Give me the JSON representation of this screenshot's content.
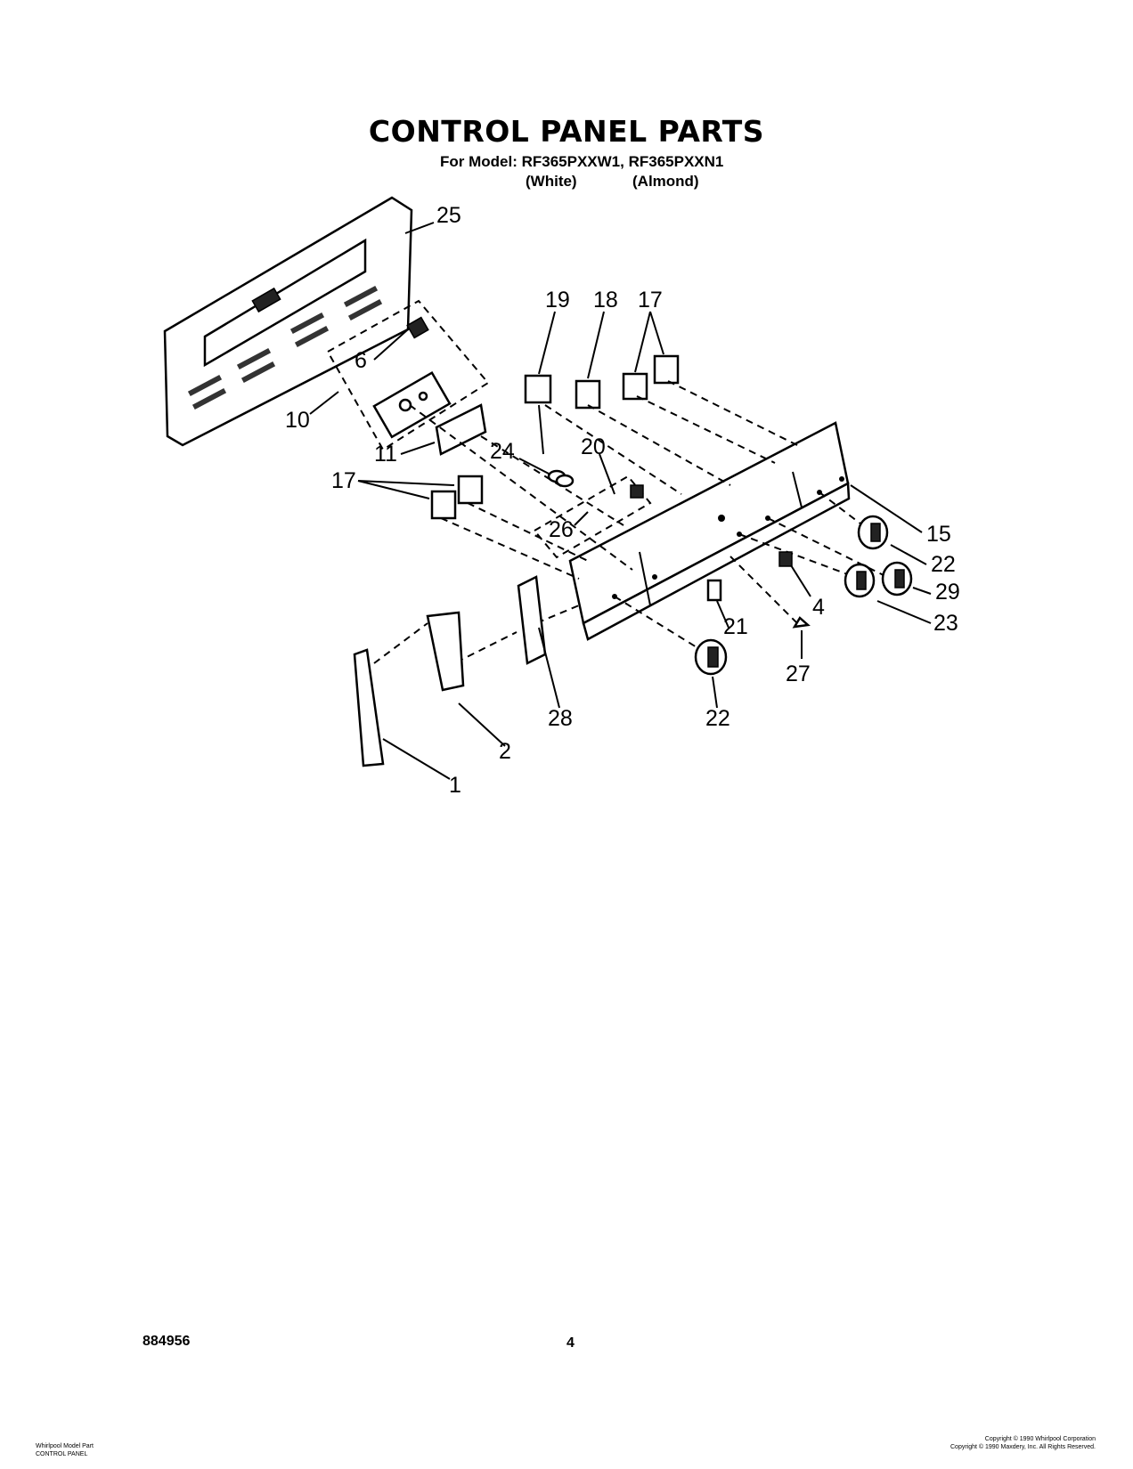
{
  "header": {
    "title": "CONTROL PANEL PARTS",
    "models_line": "For Model: RF365PXXW1, RF365PXXN1",
    "variant_white": "(White)",
    "variant_almond": "(Almond)"
  },
  "callouts": [
    {
      "id": "c25",
      "label": "25"
    },
    {
      "id": "c19",
      "label": "19"
    },
    {
      "id": "c18",
      "label": "18"
    },
    {
      "id": "c17a",
      "label": "17"
    },
    {
      "id": "c6",
      "label": "6"
    },
    {
      "id": "c10",
      "label": "10"
    },
    {
      "id": "c11",
      "label": "11"
    },
    {
      "id": "c24",
      "label": "24"
    },
    {
      "id": "c20",
      "label": "20"
    },
    {
      "id": "c17b",
      "label": "17"
    },
    {
      "id": "c26",
      "label": "26"
    },
    {
      "id": "c15",
      "label": "15"
    },
    {
      "id": "c22a",
      "label": "22"
    },
    {
      "id": "c29",
      "label": "29"
    },
    {
      "id": "c4",
      "label": "4"
    },
    {
      "id": "c23",
      "label": "23"
    },
    {
      "id": "c21",
      "label": "21"
    },
    {
      "id": "c27",
      "label": "27"
    },
    {
      "id": "c28",
      "label": "28"
    },
    {
      "id": "c22b",
      "label": "22"
    },
    {
      "id": "c2",
      "label": "2"
    },
    {
      "id": "c1",
      "label": "1"
    }
  ],
  "footer": {
    "code": "884956",
    "page": "4",
    "left_line1": "Whirlpool Model Part",
    "left_line2": "CONTROL PANEL",
    "right_line1": "Copyright © 1990 Whirlpool Corporation",
    "right_line2": "Copyright © 1990 Maxdery, Inc. All Rights Reserved."
  }
}
